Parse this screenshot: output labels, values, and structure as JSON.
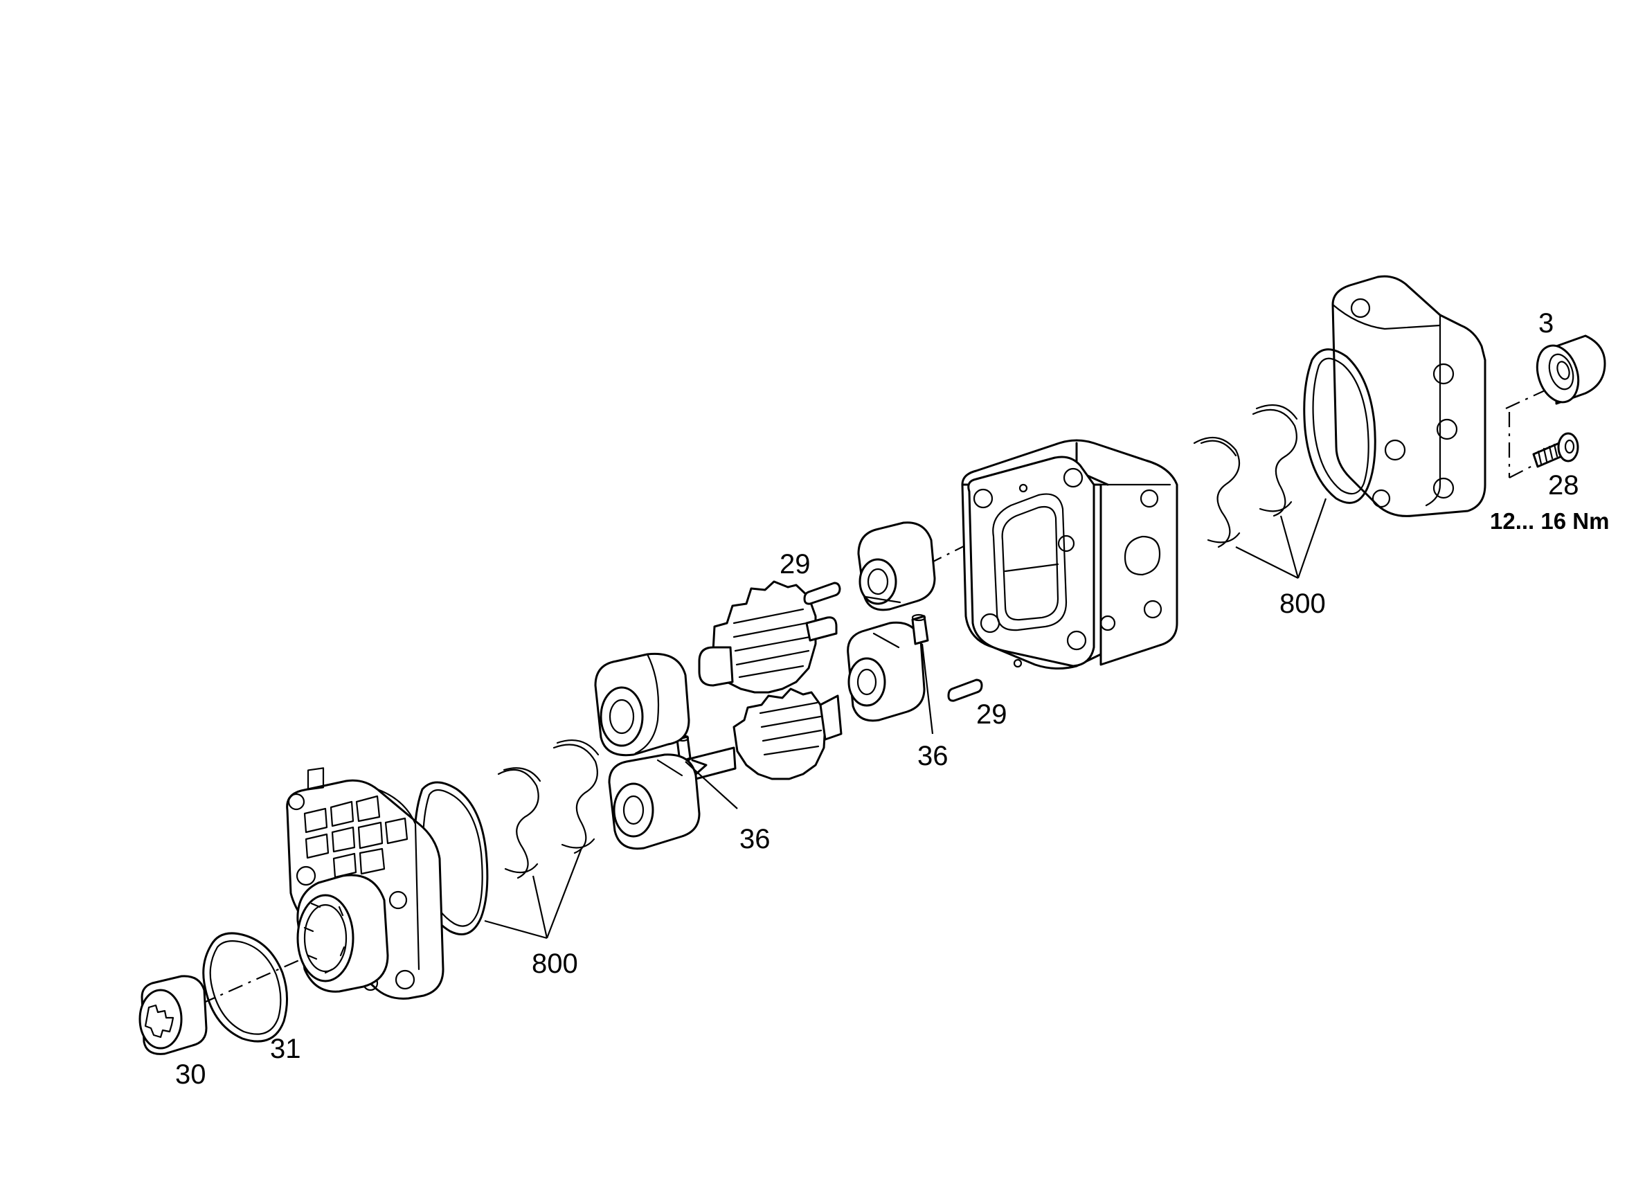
{
  "labels": {
    "part_3": "3",
    "part_28": "28",
    "torque_28": "12... 16 Nm",
    "part_29_upper": "29",
    "part_29_lower": "29",
    "part_800_right": "800",
    "part_36_right": "36",
    "part_36_center": "36",
    "part_800_left": "800",
    "part_31": "31",
    "part_30": "30"
  }
}
